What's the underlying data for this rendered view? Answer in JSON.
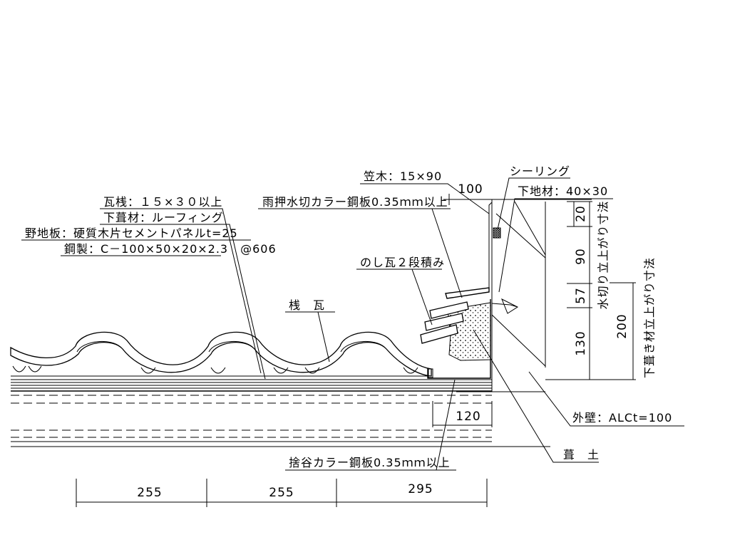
{
  "labels": {
    "kawarasan": "瓦桟：１５×３０以上",
    "shitabuki": "下葺材：ルーフィング",
    "nojiita": "野地板：硬質木片セメントパネルt=25",
    "kousei": "鋼製：C－100×50×20×2.3　@606",
    "kasagi": "笠木：15×90",
    "sealing": "シーリング",
    "shitaji": "下地材：40×30",
    "amaosae": "雨押水切カラー鋼板0.35ｍｍ以上",
    "noshi": "のし瓦２段積み",
    "sangawara": "桟　瓦",
    "gaiheki": "外壁：ALCt=100",
    "fukido": "葺　土",
    "sutedani": "捨谷カラー鋼板0.35ｍｍ以上"
  },
  "dimensions": {
    "top": "100",
    "flashing_rise": [
      "20",
      "90",
      "57",
      "130"
    ],
    "flashing_rise_caption": "水切り立上がり寸法",
    "underlay_rise": "200",
    "underlay_rise_caption": "下葺き材立上がり寸法",
    "valley": "120",
    "bottom": [
      "255",
      "255",
      "295"
    ]
  }
}
